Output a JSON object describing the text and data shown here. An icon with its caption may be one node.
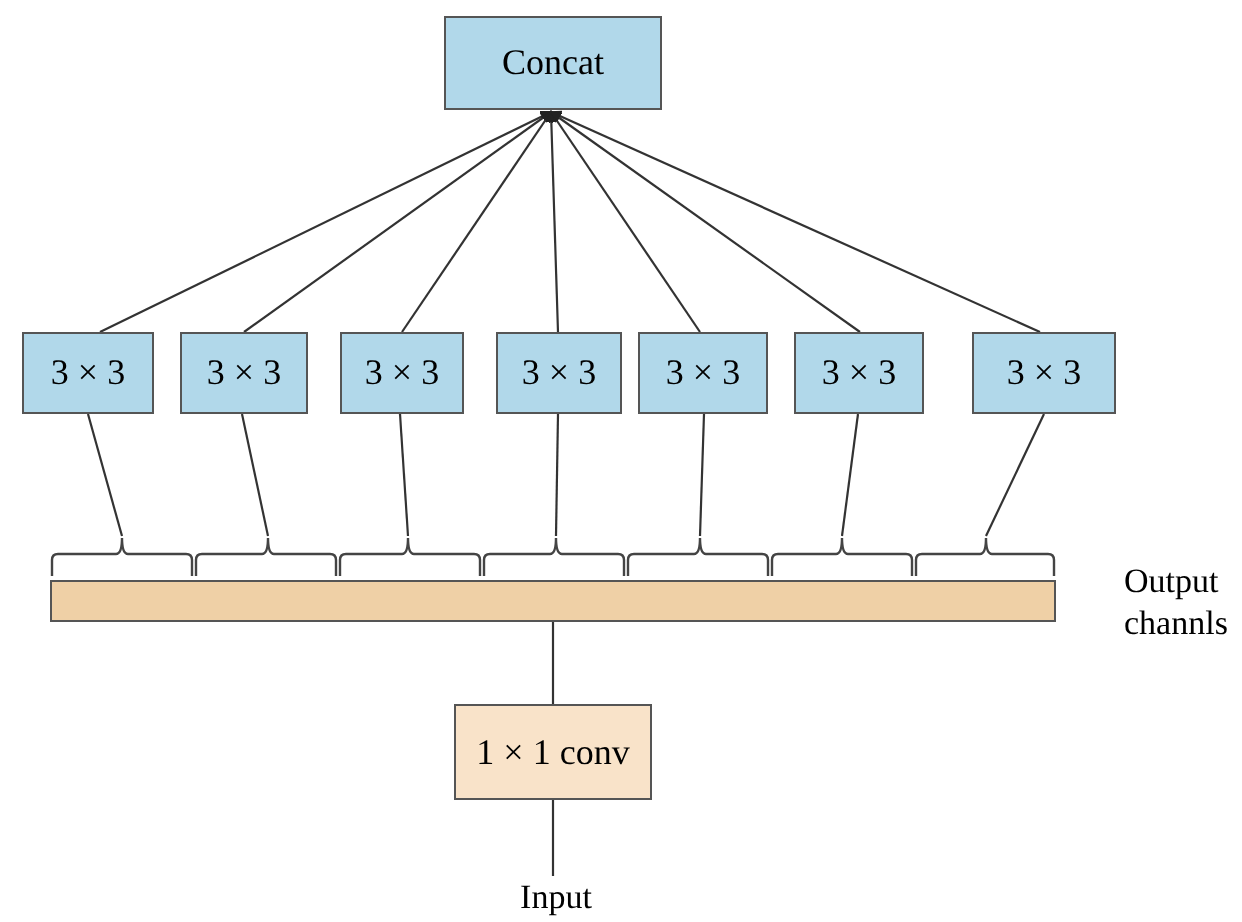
{
  "diagram": {
    "nodes": [
      {
        "text": [
          "Concat"
        ]
      },
      {
        "text": [
          "3 × 3"
        ]
      },
      {
        "text": [
          "3 × 3"
        ]
      },
      {
        "text": [
          "3 × 3"
        ]
      },
      {
        "text": [
          "3 × 3"
        ]
      },
      {
        "text": [
          "3 × 3"
        ]
      },
      {
        "text": [
          "3 × 3"
        ]
      },
      {
        "text": [
          "3 × 3"
        ]
      },
      {
        "text": [],
        "shape": "bar",
        "beside": [
          "Output channls"
        ]
      },
      {
        "text": [
          "1 × 1 conv"
        ]
      },
      {
        "text": [
          "Input"
        ]
      }
    ],
    "edges": [
      {
        "from": 1,
        "to": 0,
        "arrow": "to"
      },
      {
        "from": 2,
        "to": 0,
        "arrow": "to"
      },
      {
        "from": 3,
        "to": 0,
        "arrow": "to"
      },
      {
        "from": 4,
        "to": 0,
        "arrow": "to"
      },
      {
        "from": 5,
        "to": 0,
        "arrow": "to"
      },
      {
        "from": 6,
        "to": 0,
        "arrow": "to"
      },
      {
        "from": 7,
        "to": 0,
        "arrow": "to"
      },
      {
        "from": 8,
        "to": 1,
        "arrow": "none"
      },
      {
        "from": 8,
        "to": 2,
        "arrow": "none"
      },
      {
        "from": 8,
        "to": 3,
        "arrow": "none"
      },
      {
        "from": 8,
        "to": 4,
        "arrow": "none"
      },
      {
        "from": 8,
        "to": 5,
        "arrow": "none"
      },
      {
        "from": 8,
        "to": 6,
        "arrow": "none"
      },
      {
        "from": 8,
        "to": 7,
        "arrow": "none"
      },
      {
        "from": 9,
        "to": 8,
        "arrow": "none"
      },
      {
        "from": 10,
        "to": 9,
        "arrow": "none"
      }
    ]
  }
}
